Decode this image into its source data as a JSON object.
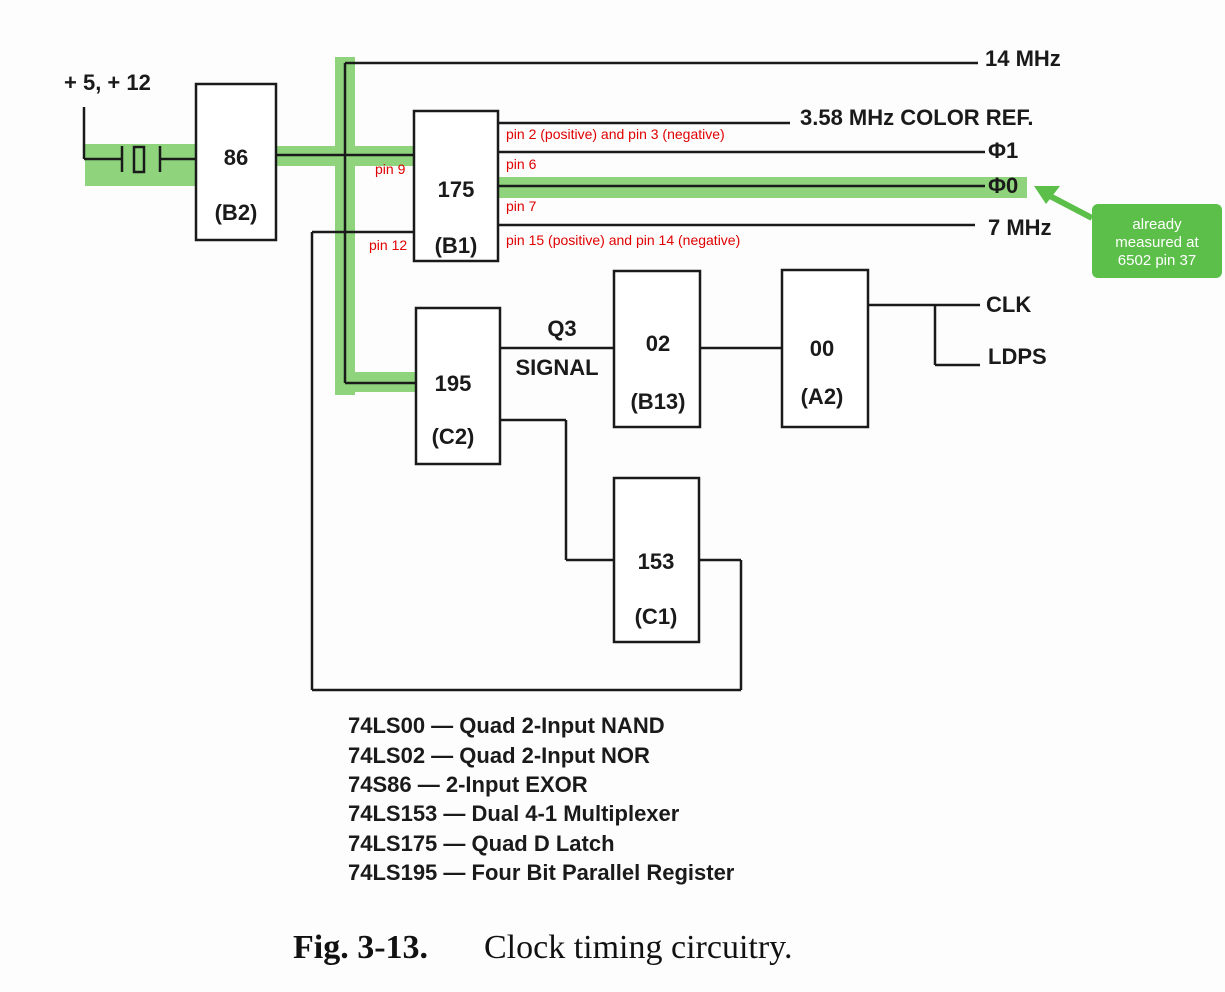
{
  "supply_label": "+ 5, + 12",
  "outputs": {
    "mhz14": "14 MHz",
    "color_ref": "3.58 MHz COLOR REF.",
    "phi1": "Φ1",
    "phi0": "Φ0",
    "mhz7": "7 MHz",
    "clk": "CLK",
    "ldps": "LDPS"
  },
  "chips": {
    "b2": {
      "num": "86",
      "ref": "(B2)"
    },
    "b1": {
      "num": "175",
      "ref": "(B1)"
    },
    "c2": {
      "num": "195",
      "ref": "(C2)"
    },
    "b13": {
      "num": "02",
      "ref": "(B13)"
    },
    "a2": {
      "num": "00",
      "ref": "(A2)"
    },
    "c1": {
      "num": "153",
      "ref": "(C1)"
    }
  },
  "signal": {
    "q3": "Q3",
    "signal": "SIGNAL"
  },
  "pins": {
    "pin9": "pin 9",
    "pin12": "pin 12",
    "pin2_3": "pin 2 (positive) and pin 3 (negative)",
    "pin6": "pin 6",
    "pin7": "pin 7",
    "pin15_14": "pin 15 (positive) and pin 14 (negative)"
  },
  "note": {
    "line1": "already",
    "line2": "measured at",
    "line3": "6502 pin 37"
  },
  "legend": [
    "74LS00 — Quad 2-Input NAND",
    "74LS02 — Quad 2-Input NOR",
    "74S86 — 2-Input EXOR",
    "74LS153 — Dual 4-1 Multiplexer",
    "74LS175 — Quad D Latch",
    "74LS195 — Four Bit Parallel Register"
  ],
  "caption": {
    "fig": "Fig. 3-13.",
    "text": "Clock timing circuitry."
  },
  "colors": {
    "highlight": "#8fd47c",
    "annotation": "#e00000",
    "note_bg": "#5cbf4a"
  }
}
